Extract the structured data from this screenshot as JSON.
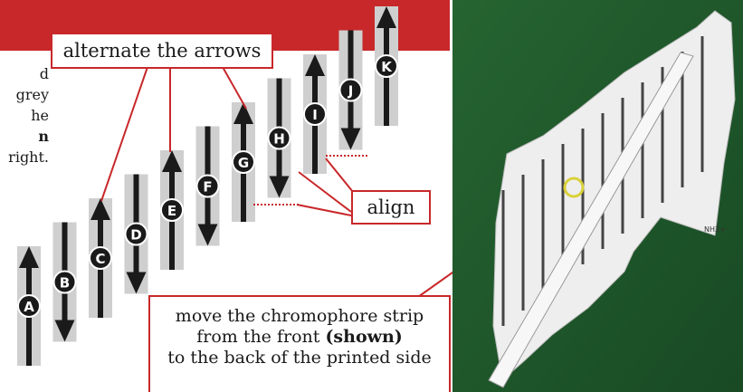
{
  "colors": {
    "banner_red": "#c8282a",
    "strip_grey": "#cfcfcf",
    "arrow_black": "#1a1a1a",
    "photo_green": "#1f5a2c",
    "dotted_line": "#c8282a"
  },
  "callouts": {
    "alternate": "alternate the arrows",
    "align": "align",
    "move_line1": "move the chromophore strip",
    "move_line2_pre": "from the front ",
    "move_line2_bold": "(shown)",
    "move_line3": "to the back of the printed side"
  },
  "side_text": {
    "line1": "d",
    "line2": "grey",
    "line3": "he",
    "line4": "n",
    "line5": "right."
  },
  "strips": [
    {
      "label": "A",
      "direction": "up"
    },
    {
      "label": "B",
      "direction": "down"
    },
    {
      "label": "C",
      "direction": "up"
    },
    {
      "label": "D",
      "direction": "down"
    },
    {
      "label": "E",
      "direction": "up"
    },
    {
      "label": "F",
      "direction": "down"
    },
    {
      "label": "G",
      "direction": "up"
    },
    {
      "label": "H",
      "direction": "down"
    },
    {
      "label": "I",
      "direction": "up"
    },
    {
      "label": "J",
      "direction": "down"
    },
    {
      "label": "K",
      "direction": "up"
    }
  ],
  "photo": {
    "label_nh3": "NH3+"
  }
}
